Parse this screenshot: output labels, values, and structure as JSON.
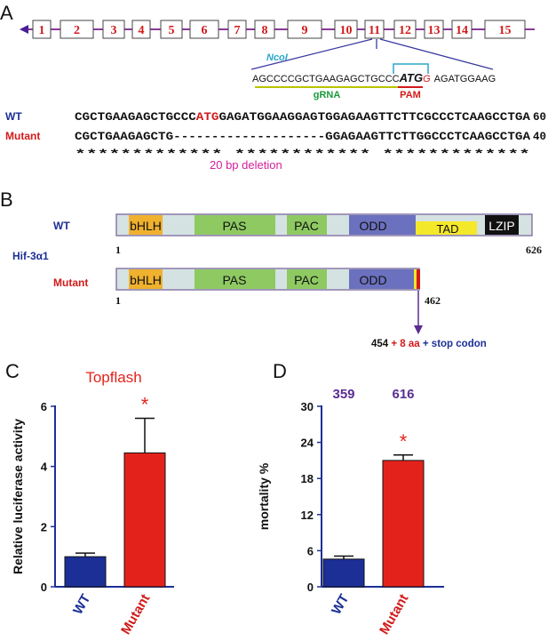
{
  "panels": {
    "a": "A",
    "b": "B",
    "c": "C",
    "d": "D"
  },
  "gene": {
    "exons": [
      "1",
      "2",
      "3",
      "4",
      "5",
      "6",
      "7",
      "8",
      "9",
      "10",
      "11",
      "12",
      "13",
      "14",
      "15"
    ],
    "target_seq_pre": "AGCCCCGCTGAAGAGCTGCCC",
    "target_seq_atg": "ATG",
    "target_seq_g": "G",
    "target_seq_post": "AGATGGAAG",
    "ncoi": "NcoI",
    "grna": "gRNA",
    "pam": "PAM"
  },
  "alignment": {
    "wt_label": "WT",
    "mut_label": "Mutant",
    "wt_pre": "CGCTGAAGAGCTGCCC",
    "wt_atg": "ATG",
    "wt_post": "GAGATGGAAGGAGTGGAGAAGTTCTTCGCCCTCAAGCCTGA",
    "wt_num": "60",
    "mut_seq": "CGCTGAAGAGCTG--------------------GGAGAAGTTCTTGGCCCTCAAGCCTGA",
    "mut_num": "40",
    "stars": "*************                    ************ *************",
    "deletion": "20 bp deletion"
  },
  "protein": {
    "wt_label": "WT",
    "mut_label": "Mutant",
    "name": "Hif-3α1",
    "domains_wt": [
      "bHLH",
      "PAS",
      "PAC",
      "ODD",
      "TAD",
      "LZIP"
    ],
    "domains_mut": [
      "bHLH",
      "PAS",
      "PAC",
      "ODD"
    ],
    "start_wt": "1",
    "end_wt": "626",
    "start_mut": "1",
    "end_mut": "462",
    "note_a": "454",
    "note_b": "+ 8 aa",
    "note_c": "+ stop codon"
  },
  "chart_data": [
    {
      "type": "bar",
      "title": "Topflash",
      "ylabel": "Relative luciferase activity",
      "categories": [
        "WT",
        "Mutant"
      ],
      "values": [
        1.0,
        4.45
      ],
      "errors": [
        0.12,
        1.15
      ],
      "ylim": [
        0,
        6
      ],
      "yticks": [
        "0",
        "2",
        "4",
        "6"
      ],
      "significance": [
        "",
        "*"
      ],
      "colors": [
        "#1c2f96",
        "#e3231b"
      ]
    },
    {
      "type": "bar",
      "title": "",
      "ylabel": "mortality %",
      "categories": [
        "WT",
        "Mutant"
      ],
      "values": [
        4.6,
        21.0
      ],
      "errors": [
        0.5,
        0.9
      ],
      "ylim": [
        0,
        30
      ],
      "yticks": [
        "0",
        "6",
        "12",
        "18",
        "24",
        "30"
      ],
      "counts": [
        "359",
        "616"
      ],
      "significance": [
        "",
        "*"
      ],
      "colors": [
        "#1c2f96",
        "#e3231b"
      ]
    }
  ]
}
